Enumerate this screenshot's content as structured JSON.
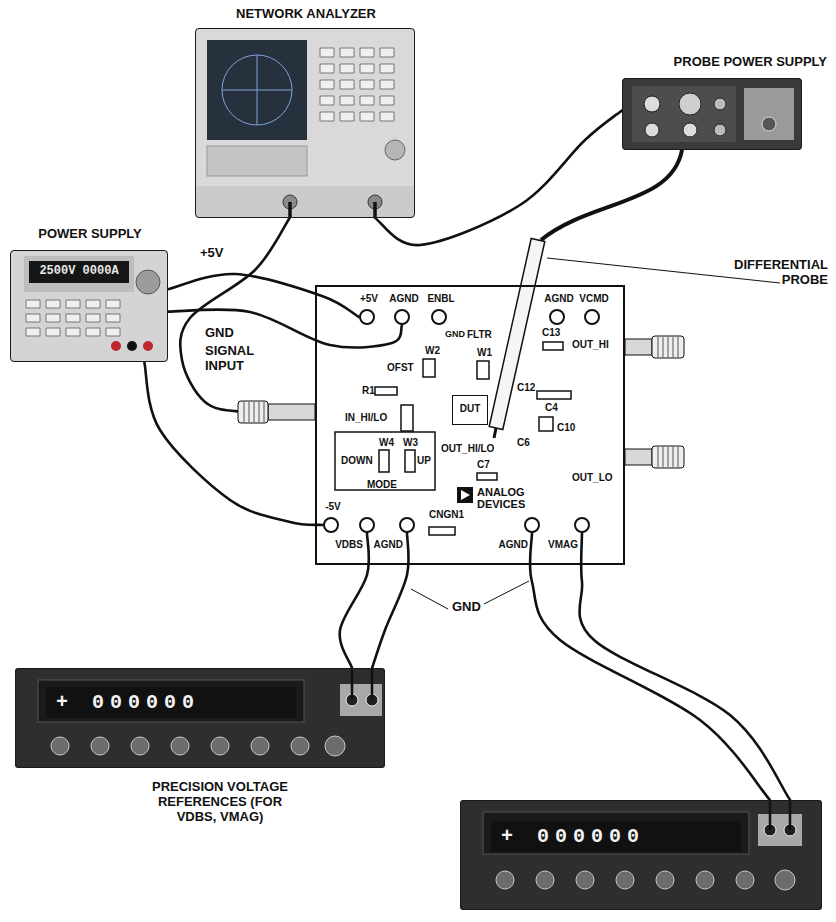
{
  "diagram": {
    "nodes": [
      {
        "text": [
          "NETWORK ANALYZER"
        ]
      },
      {
        "text": [
          "PROBE POWER SUPPLY"
        ]
      },
      {
        "text": [
          "POWER SUPPLY",
          "2500V 0000A"
        ]
      },
      {
        "text": [
          "ANALOG DEVICES"
        ]
      },
      {
        "text": [
          "+5V"
        ],
        "in": 3
      },
      {
        "text": [
          "AGND"
        ],
        "in": 3
      },
      {
        "text": [
          "ENBL"
        ],
        "in": 3
      },
      {
        "text": [
          "AGND"
        ],
        "in": 3
      },
      {
        "text": [
          "VCMD"
        ],
        "in": 3
      },
      {
        "text": [
          "DUT"
        ],
        "in": 3
      },
      {
        "text": [
          "-5V"
        ],
        "in": 3
      },
      {
        "text": [
          "VDBS"
        ],
        "in": 3
      },
      {
        "text": [
          "AGND"
        ],
        "in": 3
      },
      {
        "text": [
          "AGND"
        ],
        "in": 3
      },
      {
        "text": [
          "VMAG"
        ],
        "in": 3
      },
      {
        "text": [
          "+ 000000"
        ]
      },
      {
        "text": [
          "+ 000000"
        ]
      }
    ],
    "edges": [
      {
        "from": 2,
        "to": 4,
        "arrow": "none",
        "label": "+5V"
      },
      {
        "from": 2,
        "to": 5,
        "arrow": "none",
        "label": "GND"
      },
      {
        "from": 0,
        "to": 3,
        "arrow": "none",
        "label": "SIGNAL INPUT"
      },
      {
        "from": 0,
        "to": 1,
        "arrow": "none"
      },
      {
        "from": 2,
        "to": 10,
        "arrow": "none"
      },
      {
        "from": 15,
        "to": 11,
        "arrow": "none"
      },
      {
        "from": 15,
        "to": 12,
        "arrow": "none"
      },
      {
        "from": 16,
        "to": 13,
        "arrow": "none"
      },
      {
        "from": 16,
        "to": 14,
        "arrow": "none"
      }
    ],
    "labels": [
      "DIFFERENTIAL PROBE",
      "GND",
      "FLTR",
      "W2",
      "OFST",
      "W1",
      "C13",
      "R1",
      "IN_HI/LO",
      "C12",
      "C4",
      "C10",
      "OUT_HI/LO",
      "C6",
      "W4",
      "W3",
      "DOWN",
      "UP",
      "MODE",
      "C7",
      "OUT_HI",
      "OUT_LO",
      "CNGN1",
      "GND",
      "PRECISION VOLTAGE REFERENCES (FOR VDBS, VMAG)"
    ]
  }
}
